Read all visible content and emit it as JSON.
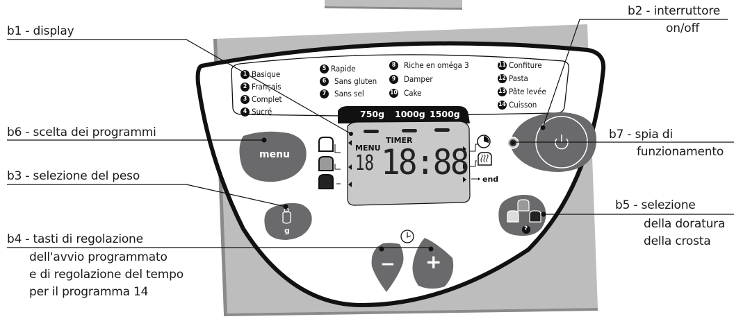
{
  "callouts": {
    "b1": {
      "line1": "b1 - display"
    },
    "b2": {
      "line1": "b2 - interruttore",
      "line2": "on/off"
    },
    "b6": {
      "line1": "b6 - scelta dei programmi"
    },
    "b7": {
      "line1": "b7 - spia di",
      "line2": "funzionamento"
    },
    "b3": {
      "line1": "b3 - selezione del peso"
    },
    "b5": {
      "line1": "b5 - selezione",
      "line2": "della doratura",
      "line3": "della crosta"
    },
    "b4": {
      "line1": "b4 - tasti di regolazione",
      "line2": "dell'avvio programmato",
      "line3": "e di regolazione del tempo",
      "line4": "per il programma 14"
    }
  },
  "programs": [
    {
      "n": "1",
      "label": "Basique"
    },
    {
      "n": "2",
      "label": "Français"
    },
    {
      "n": "3",
      "label": "Complet"
    },
    {
      "n": "4",
      "label": "Sucré"
    },
    {
      "n": "5",
      "label": "Rapide"
    },
    {
      "n": "6",
      "label": "Sans gluten"
    },
    {
      "n": "7",
      "label": "Sans sel"
    },
    {
      "n": "8",
      "label": "Riche en oméga 3"
    },
    {
      "n": "9",
      "label": "Damper"
    },
    {
      "n": "10",
      "label": "Cake"
    },
    {
      "n": "11",
      "label": "Confiture"
    },
    {
      "n": "12",
      "label": "Pasta"
    },
    {
      "n": "13",
      "label": "Pâte levée"
    },
    {
      "n": "14",
      "label": "Cuisson"
    }
  ],
  "weights": [
    "750g",
    "1000g",
    "1500g"
  ],
  "display": {
    "menu_label": "MENU",
    "timer_label": "TIMER",
    "menu_digits": "18",
    "time_digits": "18:88",
    "end_label": "end"
  },
  "buttons": {
    "menu": "menu",
    "weight": "g",
    "minus": "−",
    "plus": "+",
    "crust_help": "?"
  },
  "colors": {
    "button_gray": "#6a6a6c",
    "panel_gray": "#bdbdbd",
    "lcd_gray": "#c9c9c9"
  }
}
